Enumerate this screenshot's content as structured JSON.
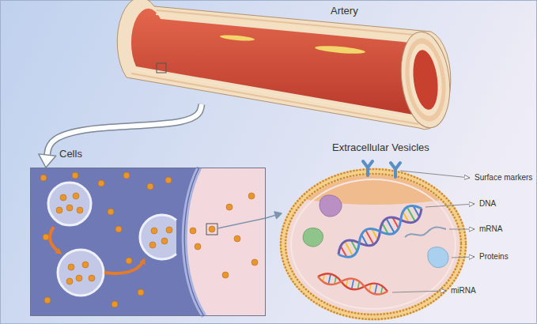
{
  "diagram": {
    "nodes": [
      {
        "text": [
          "Artery"
        ]
      },
      {
        "text": [
          "Cells"
        ]
      },
      {
        "text": [
          "Extracellular Vesicles"
        ]
      }
    ],
    "edges": [
      {
        "from": 0,
        "to": 1,
        "arrow": "to"
      },
      {
        "from": 1,
        "to": 2,
        "arrow": "to"
      }
    ],
    "labels": [
      "Surface markers",
      "DNA",
      "mRNA",
      "Proteins",
      "miRNA"
    ]
  }
}
